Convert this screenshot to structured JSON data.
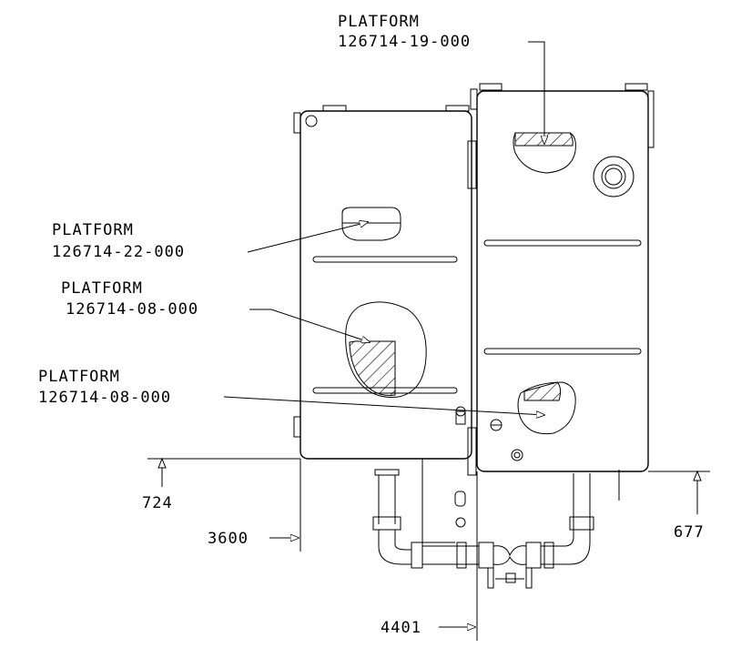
{
  "callouts": [
    {
      "title": "PLATFORM",
      "part": "126714-19-000"
    },
    {
      "title": "PLATFORM",
      "part": "126714-22-000"
    },
    {
      "title": "PLATFORM",
      "part": "126714-08-000"
    },
    {
      "title": "PLATFORM",
      "part": "126714-08-000"
    }
  ],
  "dimensions": {
    "left_elev": "724",
    "left_x": "3600",
    "right_elev": "677",
    "bottom_x": "4401"
  }
}
